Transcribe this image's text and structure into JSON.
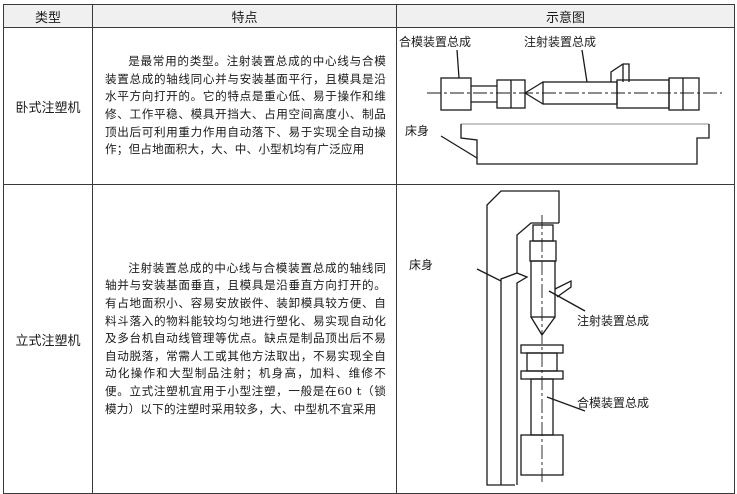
{
  "headers": {
    "type": "类型",
    "features": "特点",
    "diagram": "示意图"
  },
  "rows": [
    {
      "type": "卧式注塑机",
      "features": "是最常用的类型。注射装置总成的中心线与合模装置总成的轴线同心并与安装基面平行，且模具是沿水平方向打开的。它的特点是重心低、易于操作和维修、工作平稳、模具开挡大、占用空间高度小、制品顶出后可利用重力作用自动落下、易于实现全自动操作；但占地面积大，大、中、小型机均有广泛应用",
      "diagram_labels": {
        "clamp": "合模装置总成",
        "injection": "注射装置总成",
        "bed": "床身"
      }
    },
    {
      "type": "立式注塑机",
      "features": "注射装置总成的中心线与合模装置总成的轴线同轴并与安装基面垂直，且模具是沿垂直方向打开的。有占地面积小、容易安放嵌件、装卸模具较方便、自料斗落入的物料能较均匀地进行塑化、易实现自动化及多台机自动线管理等优点。缺点是制品顶出后不易自动脱落，常需人工或其他方法取出，不易实现全自动化操作和大型制品注射；机身高，加料、维修不便。立式注塑机宜用于小型注塑，一般是在60 t（锁模力）以下的注塑时采用较多，大、中型机不宜采用",
      "diagram_labels": {
        "bed": "床身",
        "injection": "注射装置总成",
        "clamp": "合模装置总成"
      }
    }
  ]
}
